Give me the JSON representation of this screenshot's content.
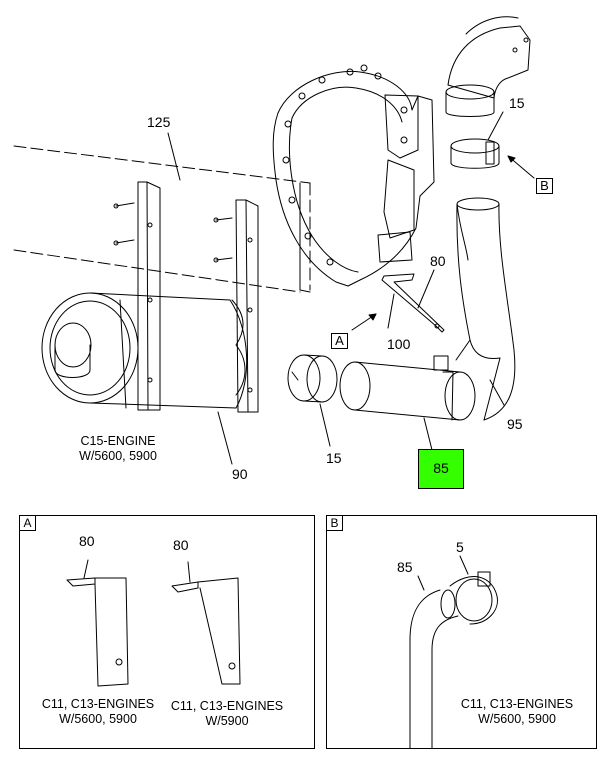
{
  "main": {
    "callouts": {
      "c125": "125",
      "c15_top": "15",
      "c80": "80",
      "c100": "100",
      "c95": "95",
      "c85": "85",
      "c90": "90",
      "c15_bottom": "15"
    },
    "view_refs": {
      "a": "A",
      "b": "B"
    },
    "caption_left": {
      "line1": "C15-ENGINE",
      "line2": "W/5600, 5900"
    },
    "highlight_color": "#33ff00"
  },
  "panel_a": {
    "tag": "A",
    "callout_left": "80",
    "callout_right": "80",
    "caption_left": {
      "line1": "C11, C13-ENGINES",
      "line2": "W/5600, 5900"
    },
    "caption_right": {
      "line1": "C11, C13-ENGINES",
      "line2": "W/5900"
    }
  },
  "panel_b": {
    "tag": "B",
    "callout_pipe": "85",
    "callout_clamp": "5",
    "caption": {
      "line1": "C11, C13-ENGINES",
      "line2": "W/5600, 5900"
    }
  }
}
